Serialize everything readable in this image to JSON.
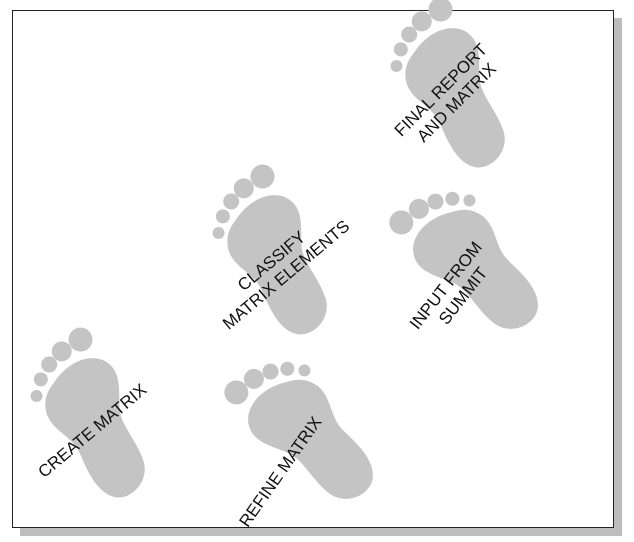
{
  "diagram": {
    "steps": [
      {
        "id": "create-matrix",
        "lines": [
          "CREATE MATRIX"
        ]
      },
      {
        "id": "refine-matrix",
        "lines": [
          "REFINE MATRIX"
        ]
      },
      {
        "id": "classify-matrix-elements",
        "lines": [
          "CLASSIFY",
          "MATRIX ELEMENTS"
        ]
      },
      {
        "id": "input-from-summit",
        "lines": [
          "INPUT FROM",
          "SUMMIT"
        ]
      },
      {
        "id": "final-report-and-matrix",
        "lines": [
          "FINAL REPORT",
          "AND MATRIX"
        ]
      }
    ],
    "colors": {
      "footprint": "#c4c4c4",
      "border": "#222222",
      "shadow": "#bdbdbd",
      "text": "#111111"
    }
  }
}
